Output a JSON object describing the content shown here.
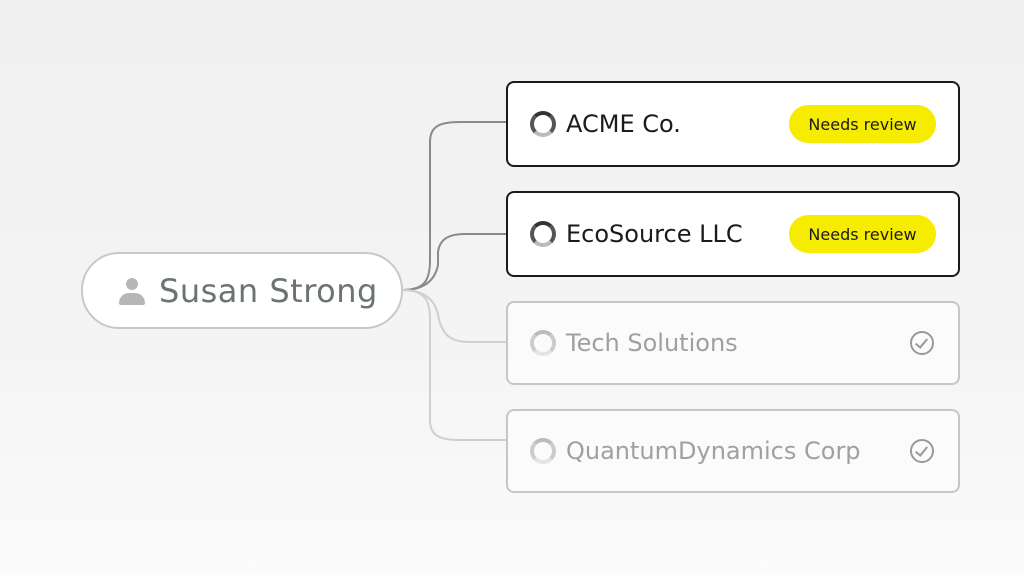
{
  "root": {
    "name": "Susan Strong",
    "icon": "person-icon"
  },
  "companies": [
    {
      "name": "ACME Co.",
      "status": "Needs review",
      "state": "active"
    },
    {
      "name": "EcoSource LLC",
      "status": "Needs review",
      "state": "active"
    },
    {
      "name": "Tech Solutions",
      "state": "done"
    },
    {
      "name": "QuantumDynamics Corp",
      "state": "done"
    }
  ],
  "colors": {
    "badge": "#f6ec00",
    "active_border": "#1b1b1b",
    "done_border": "#c6c6c6"
  }
}
